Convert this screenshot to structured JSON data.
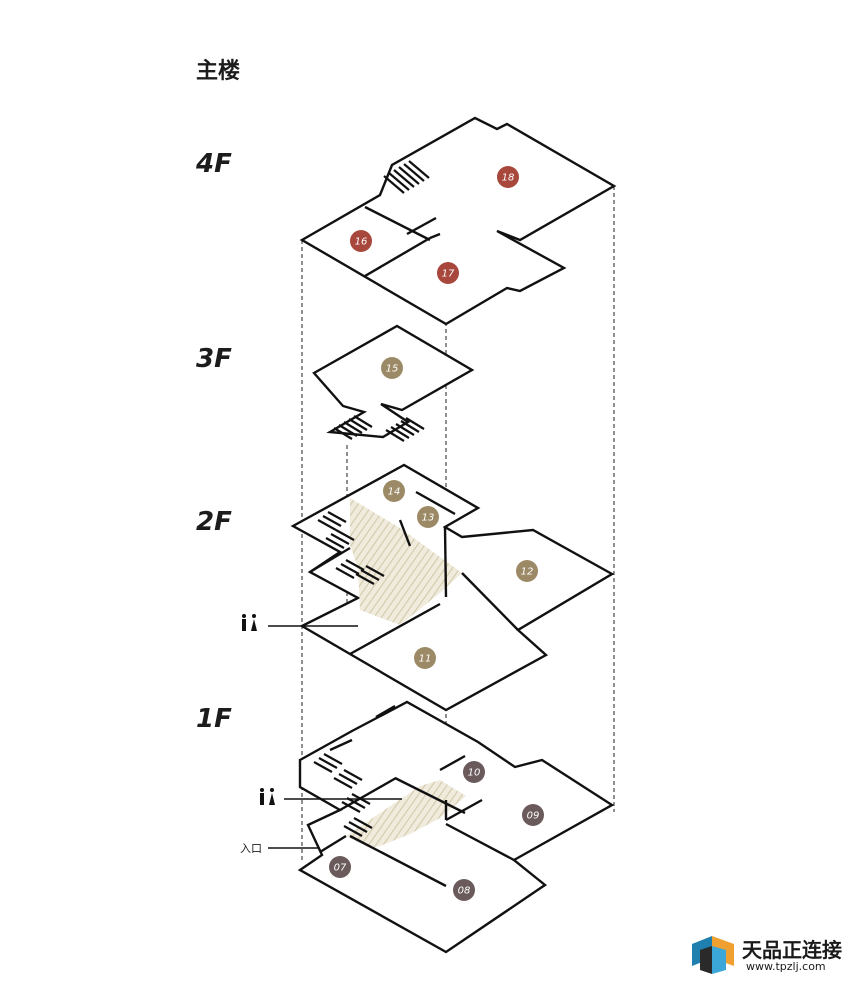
{
  "title": "主楼",
  "floors": [
    {
      "label": "4F",
      "rooms": [
        "18",
        "16",
        "17"
      ]
    },
    {
      "label": "3F",
      "rooms": [
        "15"
      ]
    },
    {
      "label": "2F",
      "rooms": [
        "14",
        "13",
        "12",
        "11"
      ]
    },
    {
      "label": "1F",
      "rooms": [
        "10",
        "09",
        "07",
        "08"
      ]
    }
  ],
  "labels": {
    "entrance": "入口"
  },
  "colors": {
    "room_red": "#a8473c",
    "room_gold": "#9c8a66",
    "room_gray": "#6a5a5c",
    "hatch": "#d9d3b8"
  },
  "watermark": {
    "name": "天品正连接",
    "url": "www.tpzlj.com"
  }
}
